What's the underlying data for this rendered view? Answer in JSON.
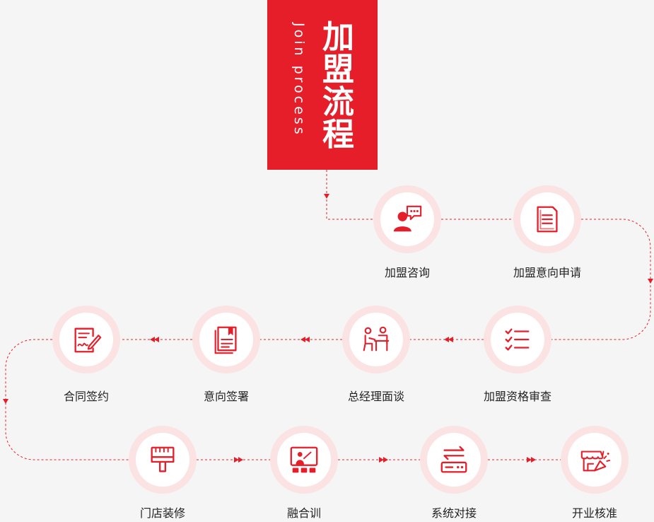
{
  "header": {
    "title": "加盟流程",
    "subtitle": "Join process"
  },
  "steps": [
    {
      "label": "加盟咨询",
      "icon": "consult-icon"
    },
    {
      "label": "加盟意向申请",
      "icon": "document-icon"
    },
    {
      "label": "加盟资格审查",
      "icon": "checklist-icon"
    },
    {
      "label": "总经理面谈",
      "icon": "interview-icon"
    },
    {
      "label": "意向签署",
      "icon": "book-icon"
    },
    {
      "label": "合同签约",
      "icon": "contract-sign-icon"
    },
    {
      "label": "门店装修",
      "icon": "paint-brush-icon"
    },
    {
      "label": "融合训",
      "icon": "training-board-icon"
    },
    {
      "label": "系统对接",
      "icon": "system-sync-icon"
    },
    {
      "label": "开业核准",
      "icon": "party-store-icon"
    }
  ],
  "colors": {
    "accent": "#e61e2a",
    "ring": "#fbe3e4",
    "background": "#f5f5f5"
  }
}
